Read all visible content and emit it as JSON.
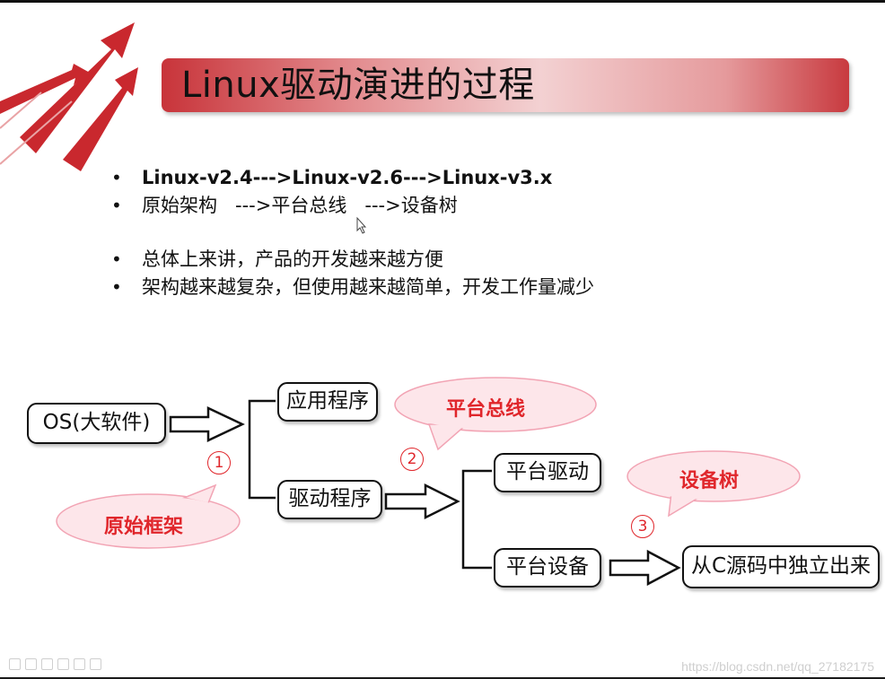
{
  "title": "Linux驱动演进的过程",
  "bullets": [
    {
      "text": "Linux-v2.4--->Linux-v2.6--->Linux-v3.x",
      "bold": true
    },
    {
      "text": "原始架构   --->平台总线   --->设备树",
      "bold": false
    },
    {
      "text": "总体上来讲，产品的开发越来越方便",
      "bold": false
    },
    {
      "text": "架构越来越复杂，但使用越来越简单，开发工作量减少",
      "bold": false
    }
  ],
  "bullet_symbol": "•",
  "diagram": {
    "boxes": {
      "os": "OS(大软件)",
      "app": "应用程序",
      "driver": "驱动程序",
      "platform_driver": "平台驱动",
      "platform_device": "平台设备",
      "independent": "从C源码中独立出来"
    },
    "clouds": {
      "original": "原始框架",
      "platform_bus": "平台总线",
      "device_tree": "设备树"
    },
    "step_numbers": [
      "1",
      "2",
      "3"
    ]
  },
  "watermark": "https://blog.csdn.net/qq_27182175",
  "colors": {
    "accent_red": "#e0262b",
    "logo_red": "#c9282e",
    "cloud_fill": "#fde6ea",
    "cloud_stroke": "#f2a4b4"
  }
}
